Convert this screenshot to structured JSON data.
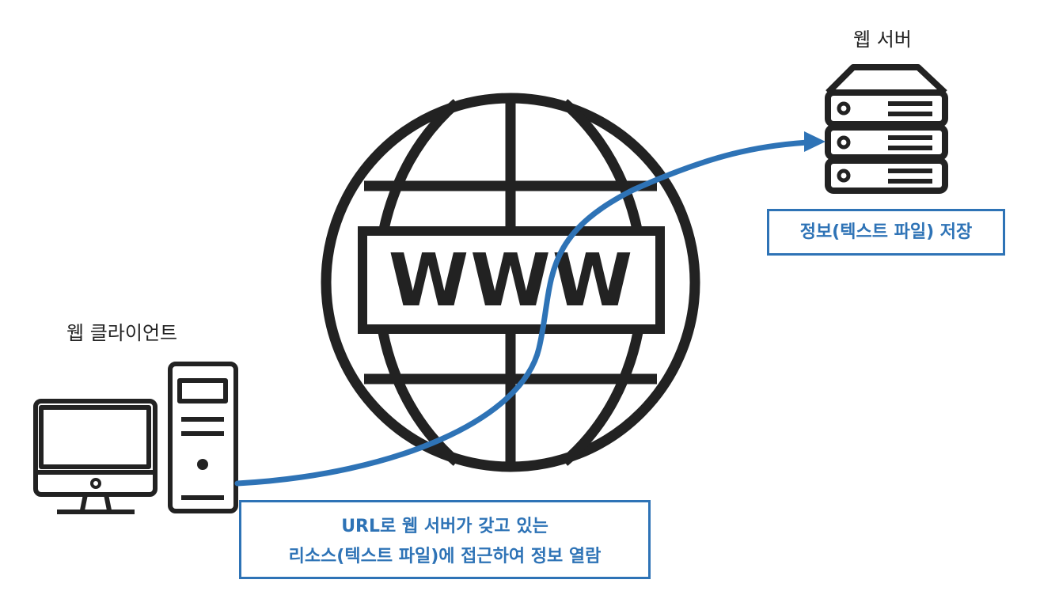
{
  "server": {
    "label": "웹 서버",
    "storage_text": "정보(텍스트 파일) 저장"
  },
  "globe": {
    "text": "WWW"
  },
  "client": {
    "label": "웹 클라이언트"
  },
  "request": {
    "line1": "URL로 웹 서버가 갖고 있는",
    "line2": "리소스(텍스트 파일)에 접근하여 정보 열람"
  },
  "colors": {
    "accent": "#2e73b6",
    "ink": "#222222"
  }
}
